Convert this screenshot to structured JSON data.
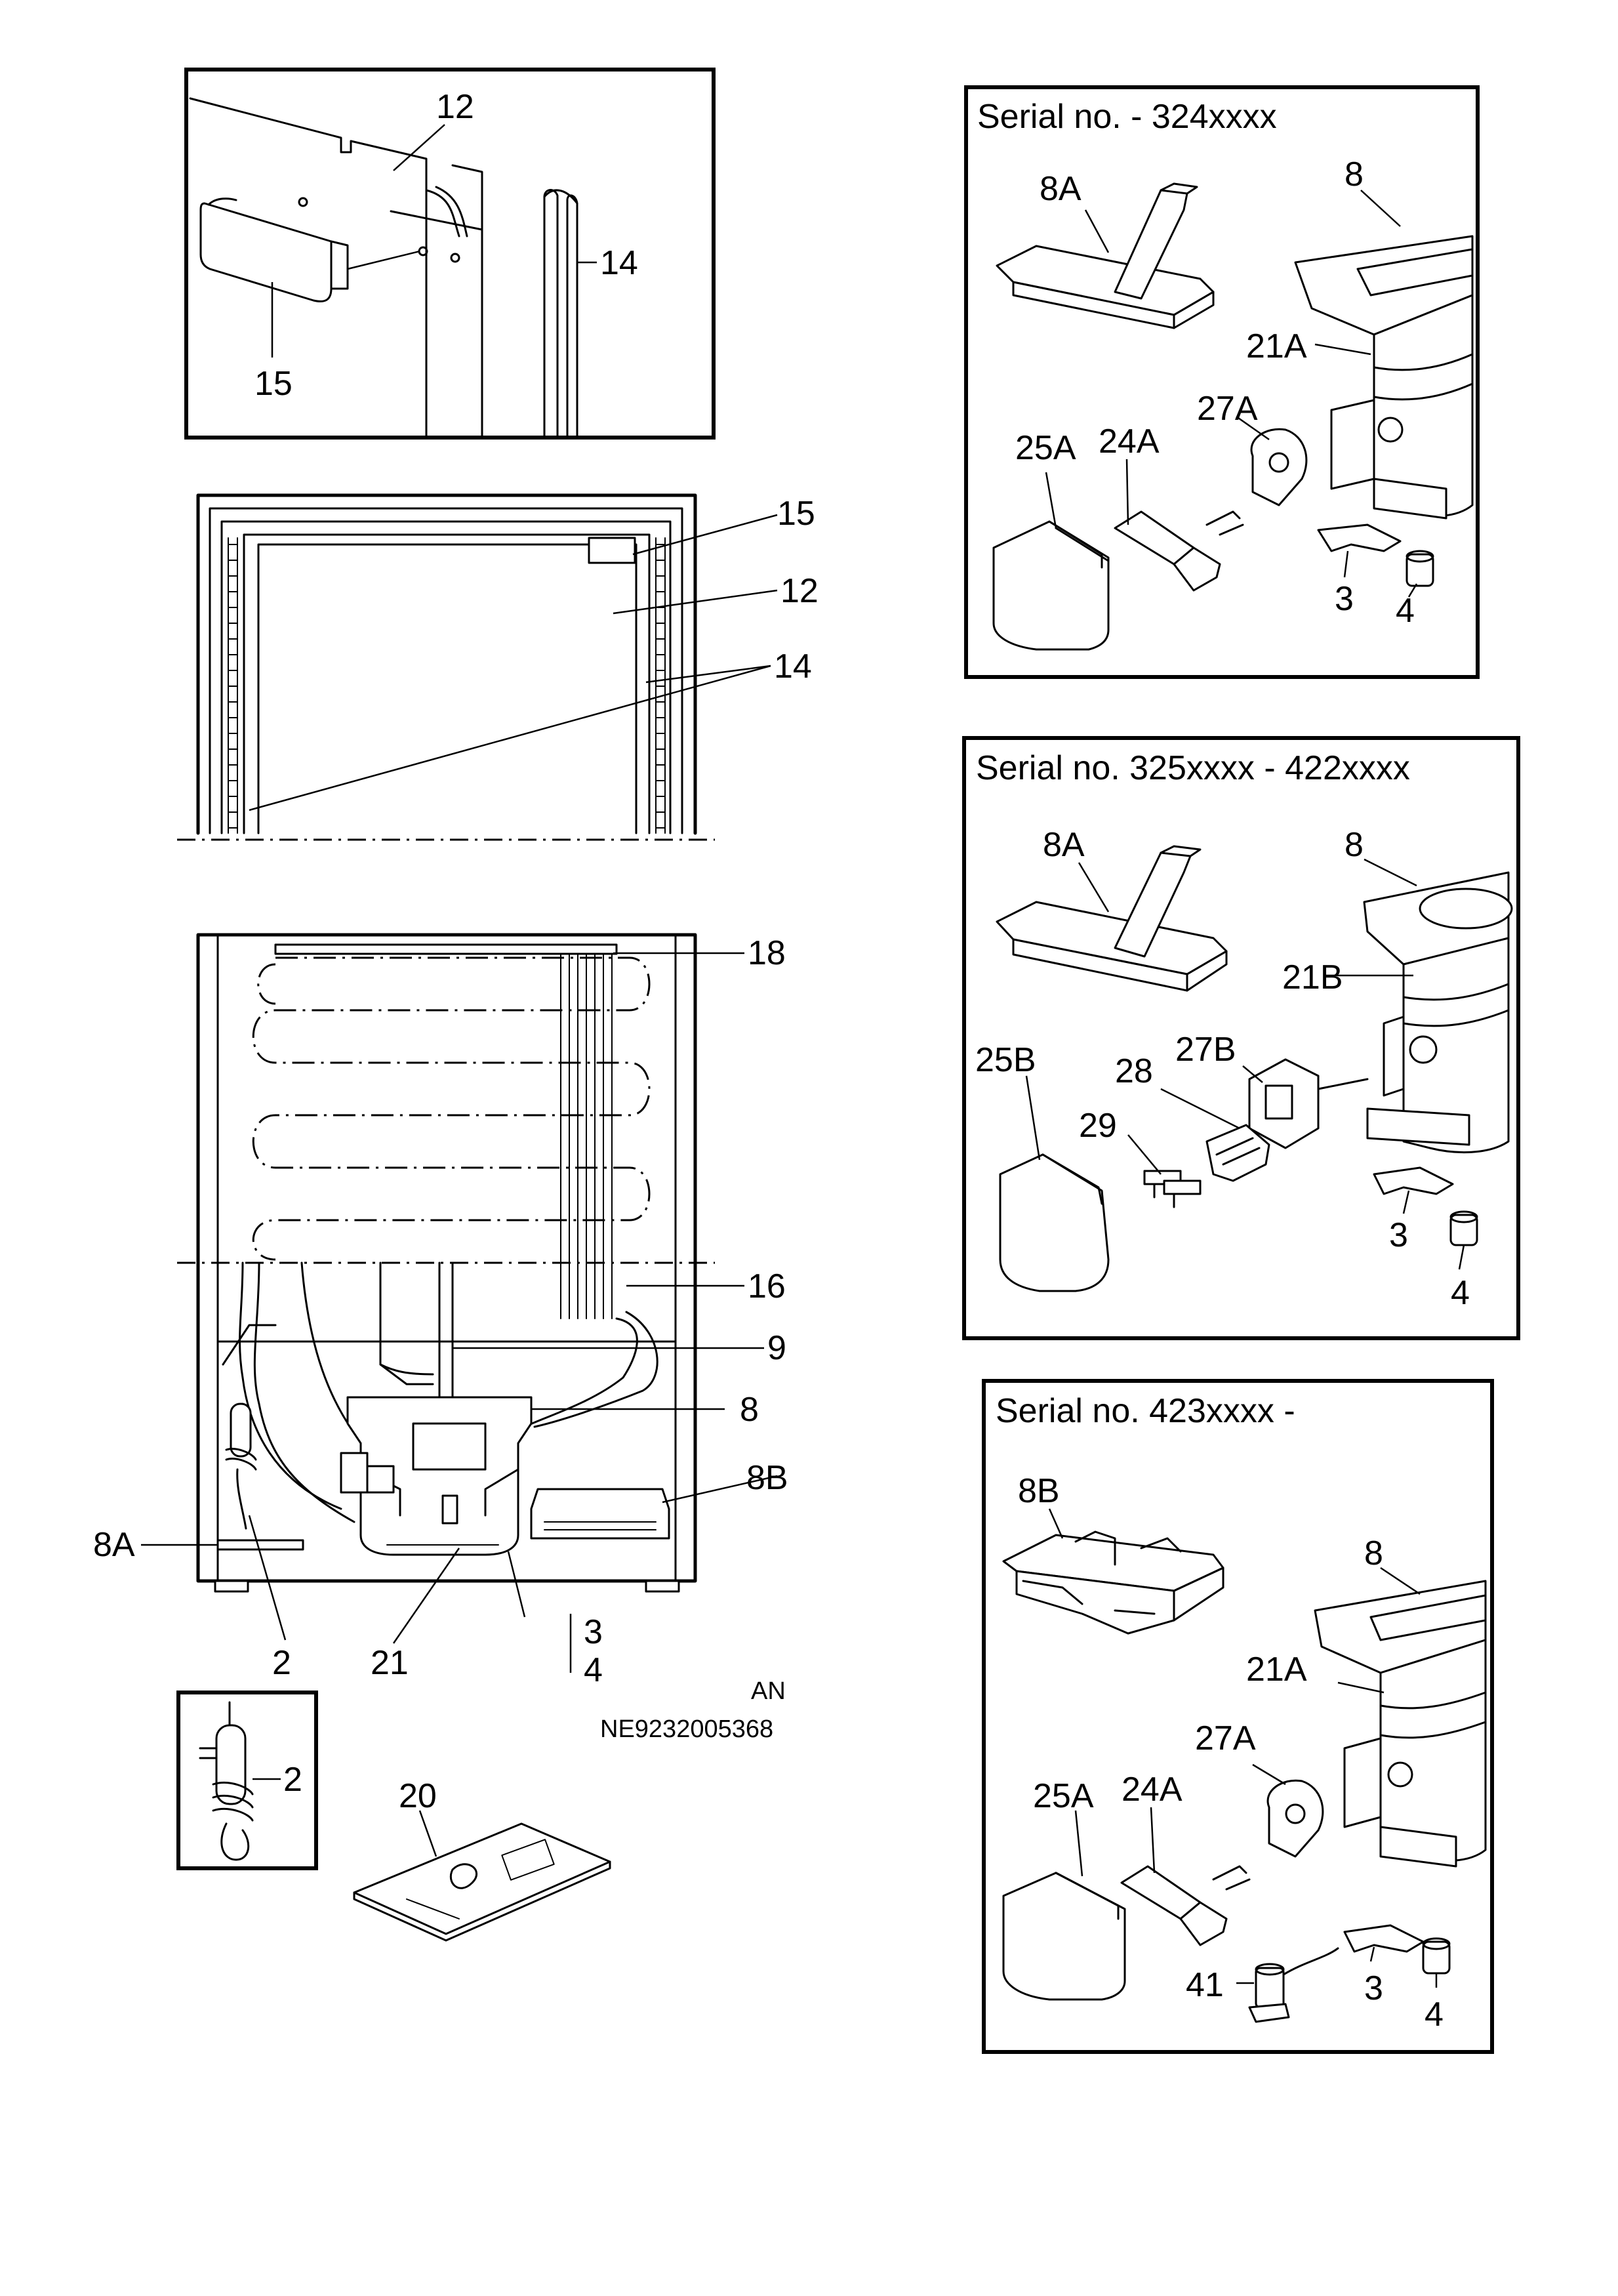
{
  "diagram": {
    "document_code": "NE9232005368",
    "model_code": "AN",
    "panels": {
      "serial_1": {
        "title": "Serial no. - 324xxxx"
      },
      "serial_2": {
        "title": "Serial no. 325xxxx - 422xxxx"
      },
      "serial_3": {
        "title": "Serial no. 423xxxx -"
      }
    },
    "callouts": {
      "door_detail": [
        "12",
        "14",
        "15"
      ],
      "door_front": [
        "15",
        "12",
        "14"
      ],
      "cabinet_back": [
        "18",
        "16",
        "9",
        "8",
        "8B",
        "8A",
        "2",
        "21",
        "3",
        "4"
      ],
      "thermostat_detail": [
        "2"
      ],
      "manual": [
        "20"
      ],
      "serial_1": [
        "8A",
        "8",
        "21A",
        "27A",
        "25A",
        "24A",
        "3",
        "4"
      ],
      "serial_2": [
        "8A",
        "8",
        "21B",
        "27B",
        "28",
        "25B",
        "29",
        "3",
        "4"
      ],
      "serial_3": [
        "8B",
        "8",
        "21A",
        "27A",
        "25A",
        "24A",
        "3",
        "41",
        "4"
      ]
    }
  }
}
